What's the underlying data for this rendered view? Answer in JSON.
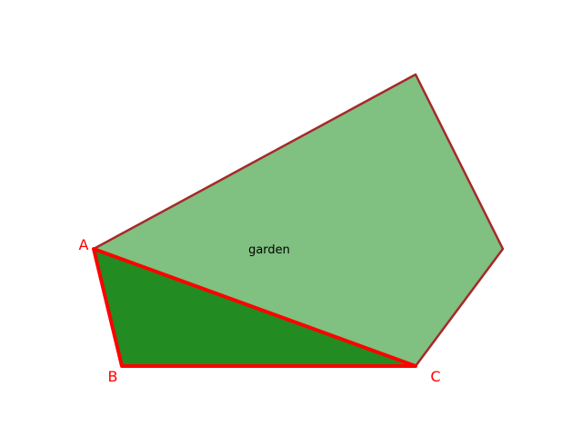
{
  "diagram": {
    "region_label": "garden",
    "vertices": [
      {
        "label": "A"
      },
      {
        "label": "B"
      },
      {
        "label": "C"
      }
    ]
  },
  "colors": {
    "garden_fill": "#80c080",
    "garden_stroke": "#a52a2a",
    "triangle_fill": "#228b22",
    "triangle_stroke": "#ff0000",
    "vertex_label": "#ff0000"
  }
}
